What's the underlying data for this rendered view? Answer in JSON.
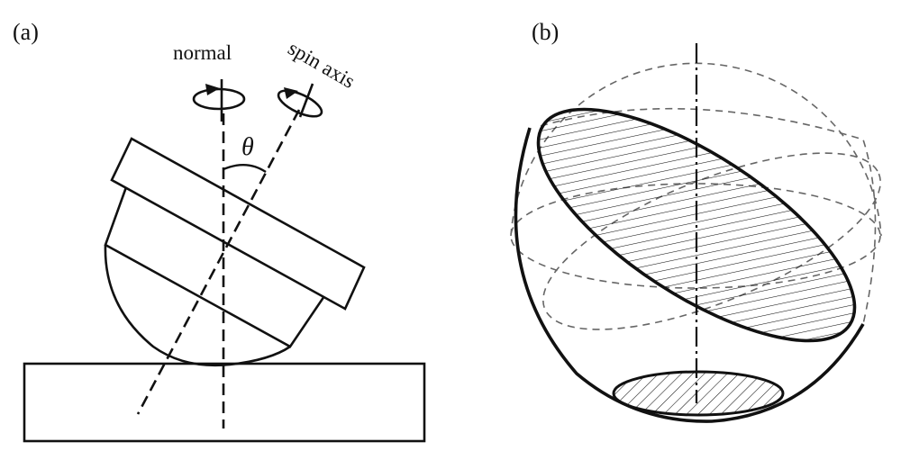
{
  "panel_a": {
    "label": "(a)",
    "normal_label": "normal",
    "spin_axis_label": "spin axis",
    "angle_label": "θ"
  },
  "panel_b": {
    "label": "(b)"
  },
  "colors": {
    "ink": "#111111",
    "dashed_gray": "#666666",
    "background": "#ffffff"
  }
}
